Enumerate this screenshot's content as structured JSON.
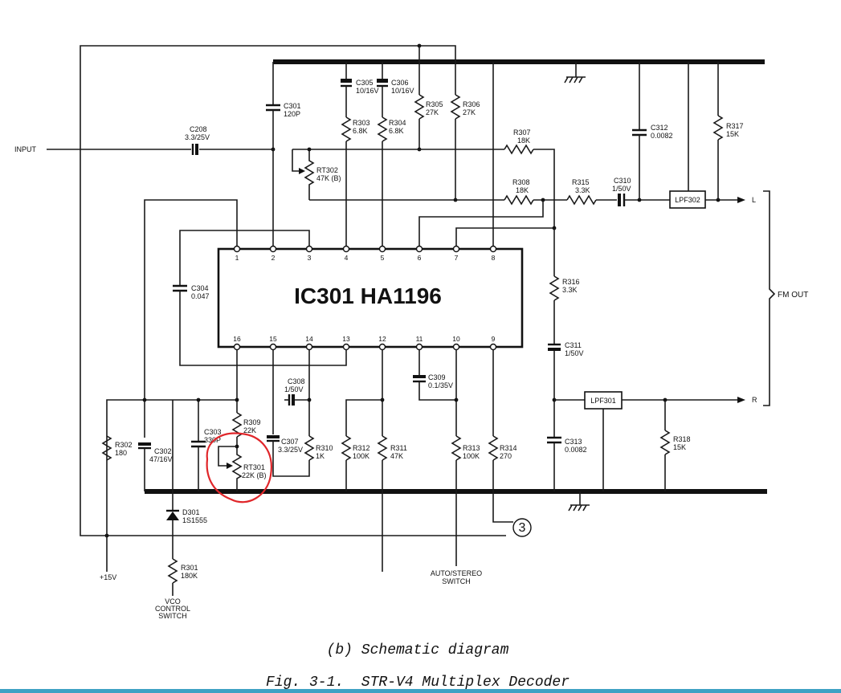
{
  "ic": {
    "ref": "IC301",
    "part": "HA1196",
    "pins_top": [
      "1",
      "2",
      "3",
      "4",
      "5",
      "6",
      "7",
      "8"
    ],
    "pins_bottom": [
      "16",
      "15",
      "14",
      "13",
      "12",
      "11",
      "10",
      "9"
    ]
  },
  "terminals": {
    "input": "INPUT",
    "plus15": "+15V",
    "vco_line1": "VCO",
    "vco_line2": "CONTROL",
    "vco_line3": "SWITCH",
    "auto_line1": "AUTO/STEREO",
    "auto_line2": "SWITCH",
    "left": "L",
    "right": "R",
    "fm_out": "FM OUT",
    "node3": "3"
  },
  "components": {
    "c208": [
      "C208",
      "3.3/25V"
    ],
    "c301": [
      "C301",
      "120P"
    ],
    "c305": [
      "C305",
      "10/16V"
    ],
    "c306": [
      "C306",
      "10/16V"
    ],
    "r303": [
      "R303",
      "6.8K"
    ],
    "r304": [
      "R304",
      "6.8K"
    ],
    "r305": [
      "R305",
      "27K"
    ],
    "r306": [
      "R306",
      "27K"
    ],
    "rt302": [
      "RT302",
      "47K (B)"
    ],
    "r307": [
      "R307",
      "18K"
    ],
    "r308": [
      "R308",
      "18K"
    ],
    "r315": [
      "R315",
      "3.3K"
    ],
    "c310": [
      "C310",
      "1/50V"
    ],
    "c312": [
      "C312",
      "0.0082"
    ],
    "r317": [
      "R317",
      "15K"
    ],
    "lpf302": "LPF302",
    "c304": [
      "C304",
      "0.047"
    ],
    "r316": [
      "R316",
      "3.3K"
    ],
    "c311": [
      "C311",
      "1/50V"
    ],
    "c308": [
      "C308",
      "1/50V"
    ],
    "c309": [
      "C309",
      "0.1/35V"
    ],
    "lpf301": "LPF301",
    "r302": [
      "R302",
      "180"
    ],
    "c302": [
      "C302",
      "47/16V"
    ],
    "c303": [
      "C303",
      "330P"
    ],
    "r309": [
      "R309",
      "22K"
    ],
    "rt301": [
      "RT301",
      "22K (B)"
    ],
    "c307": [
      "C307",
      "3.3/25V"
    ],
    "r310": [
      "R310",
      "1K"
    ],
    "r312": [
      "R312",
      "100K"
    ],
    "r311": [
      "R311",
      "47K"
    ],
    "r313": [
      "R313",
      "100K"
    ],
    "r314": [
      "R314",
      "270"
    ],
    "c313": [
      "C313",
      "0.0082"
    ],
    "r318": [
      "R318",
      "15K"
    ],
    "d301": [
      "D301",
      "1S1555"
    ],
    "r301": [
      "R301",
      "180K"
    ]
  },
  "captions": {
    "sub": "(b) Schematic diagram",
    "fig": "Fig. 3-1.  STR-V4 Multiplex Decoder"
  },
  "colors": {
    "ink": "#111111",
    "highlight": "#e0262a",
    "rule": "#3fa2c4"
  }
}
